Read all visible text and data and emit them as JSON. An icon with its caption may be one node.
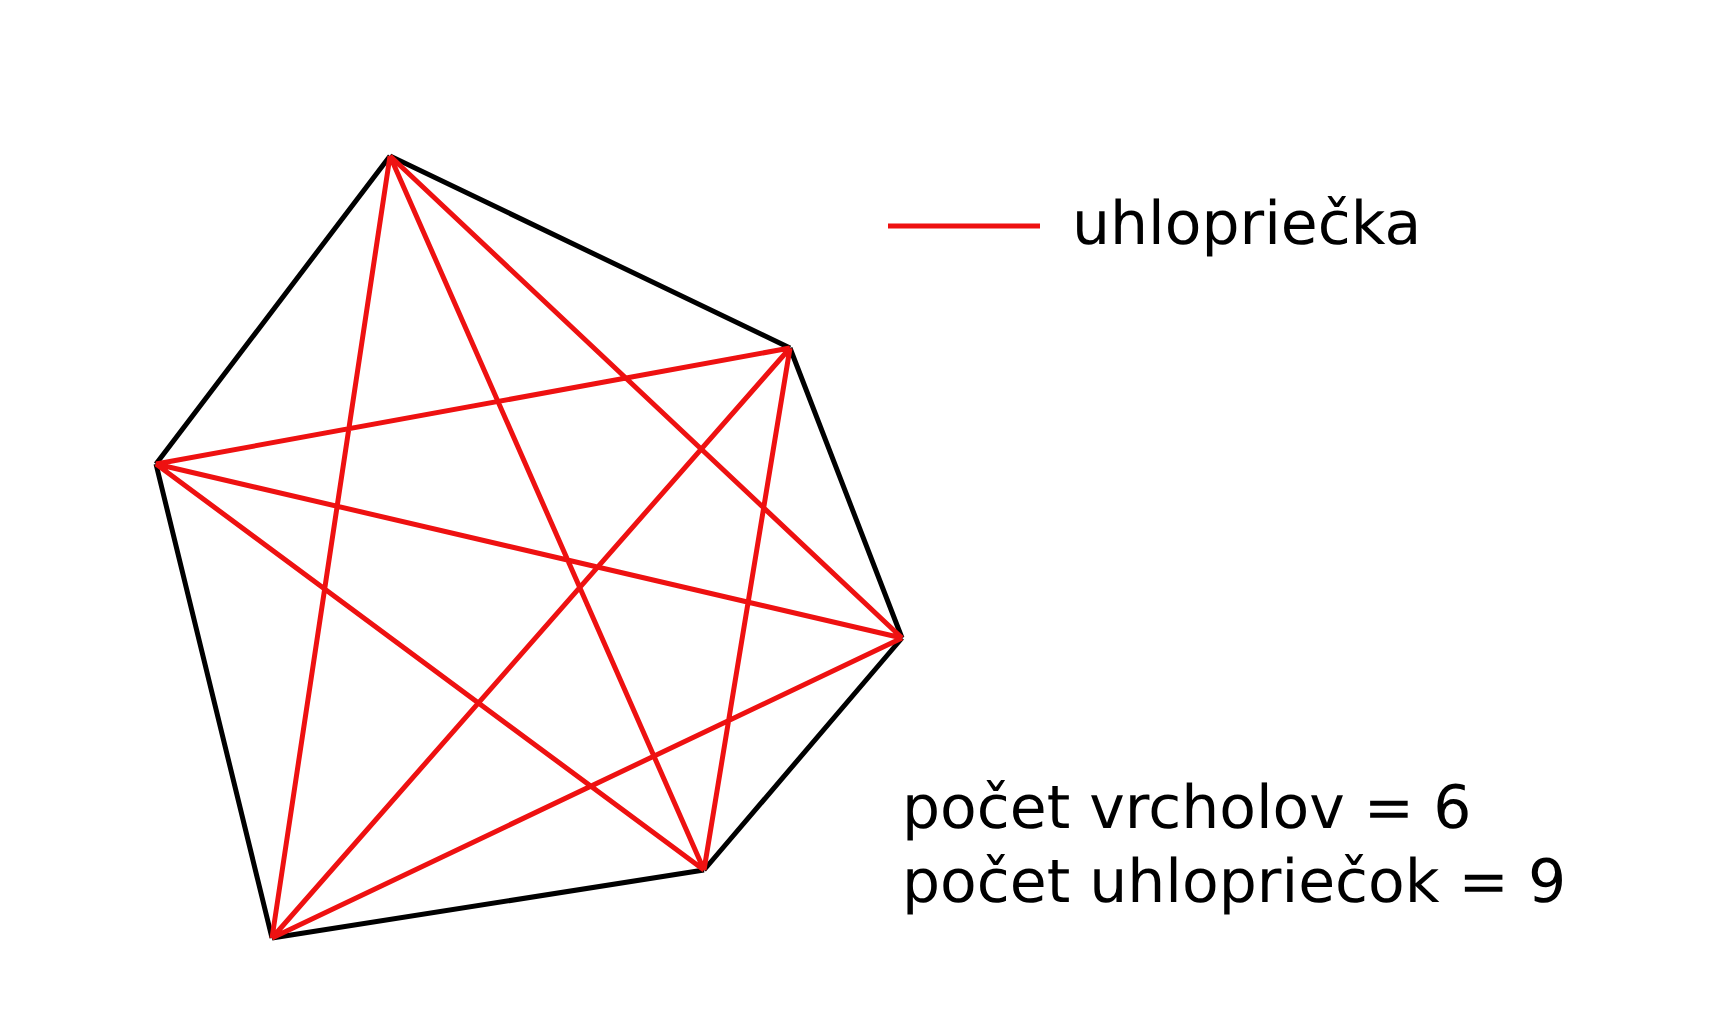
{
  "diagram": {
    "labels": [
      "počet vrcholov = 6",
      "počet uhlopriečok = 9"
    ],
    "legend": [
      {
        "text": "uhlopriečka"
      }
    ]
  }
}
